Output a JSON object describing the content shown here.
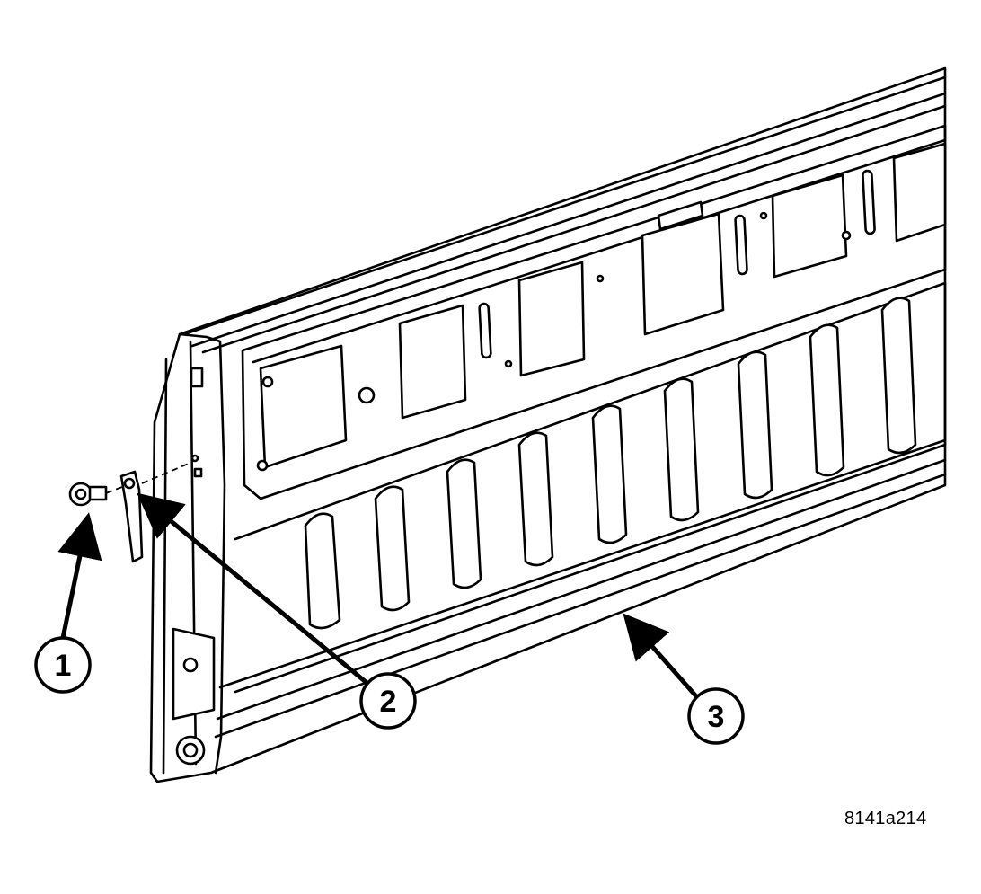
{
  "figure": {
    "id_text": "8141a214"
  },
  "callouts": [
    {
      "number": "1",
      "part": "bolt"
    },
    {
      "number": "2",
      "part": "striker-bracket"
    },
    {
      "number": "3",
      "part": "tailgate"
    }
  ],
  "colors": {
    "line": "#000000",
    "fill": "#ffffff"
  }
}
